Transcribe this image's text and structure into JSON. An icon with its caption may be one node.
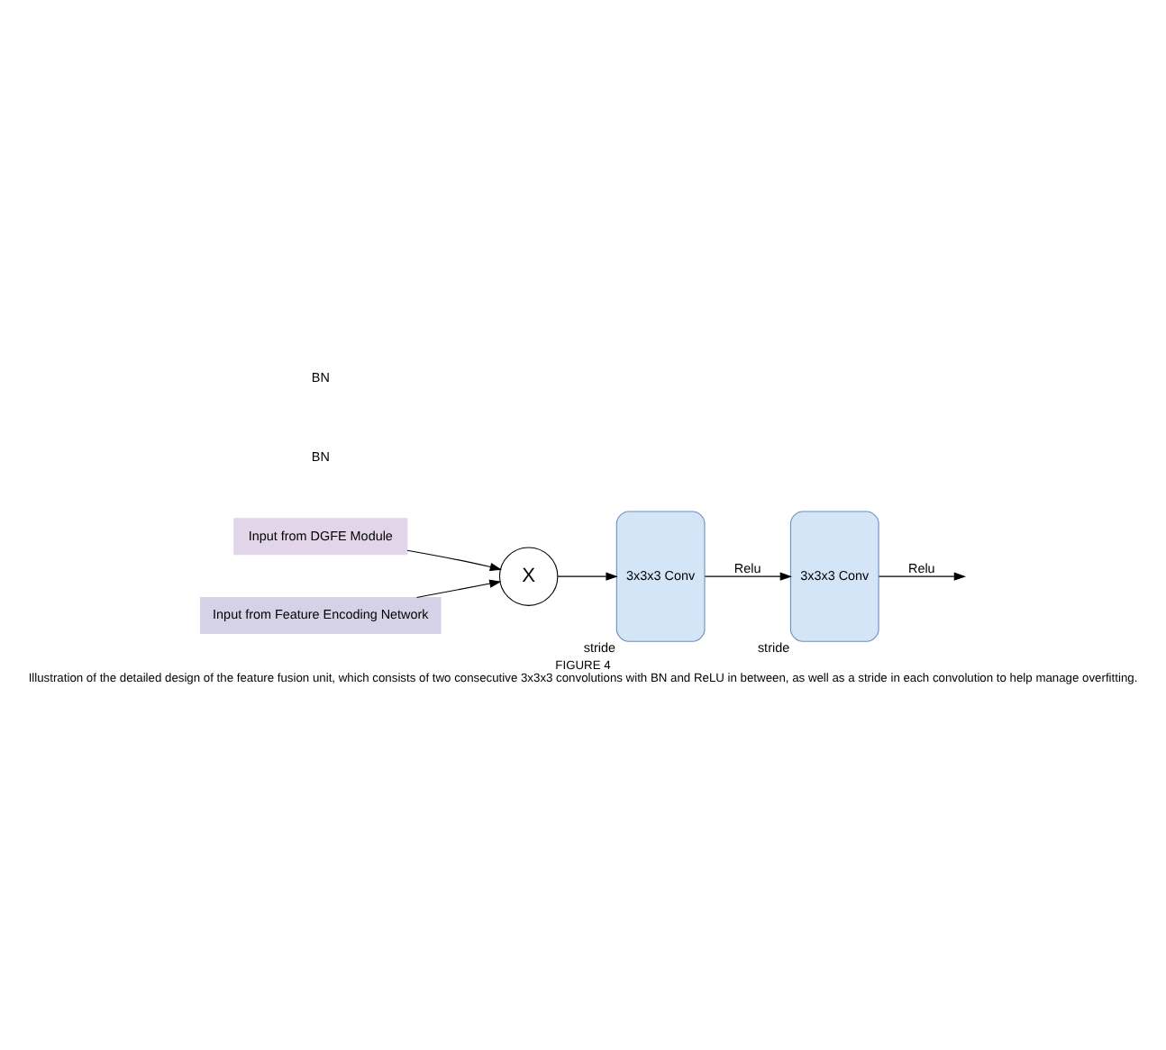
{
  "diagram": {
    "title": "FIGURE 4",
    "caption": "Illustration of the detailed design of the feature fusion unit, which consists of two consecutive 3x3x3 convolutions with BN and ReLU in between, as well as a stride in each convolution to help manage overfitting.",
    "nodes": [
      {
        "text": [
          "Input from DGFE Module"
        ]
      },
      {
        "text": [
          "X"
        ]
      },
      {
        "text": [
          "Input from Feature Encoding Network"
        ]
      },
      {
        "text": [
          "3x3x3 Conv"
        ],
        "beside": [
          "stride"
        ]
      },
      {
        "text": [
          "3x3x3 Conv"
        ],
        "beside": [
          "stride"
        ]
      }
    ],
    "edges": [
      {
        "from": 0,
        "to": 1,
        "arrow": "to"
      },
      {
        "from": 2,
        "to": 1,
        "arrow": "to"
      },
      {
        "from": 1,
        "to": 3,
        "arrow": "to"
      },
      {
        "from": 3,
        "to": 4,
        "arrow": "to",
        "label": "Relu"
      },
      {
        "from": 4,
        "to": null,
        "arrow": "to",
        "label": "Relu"
      }
    ],
    "labels": [
      "BN",
      "BN"
    ]
  }
}
